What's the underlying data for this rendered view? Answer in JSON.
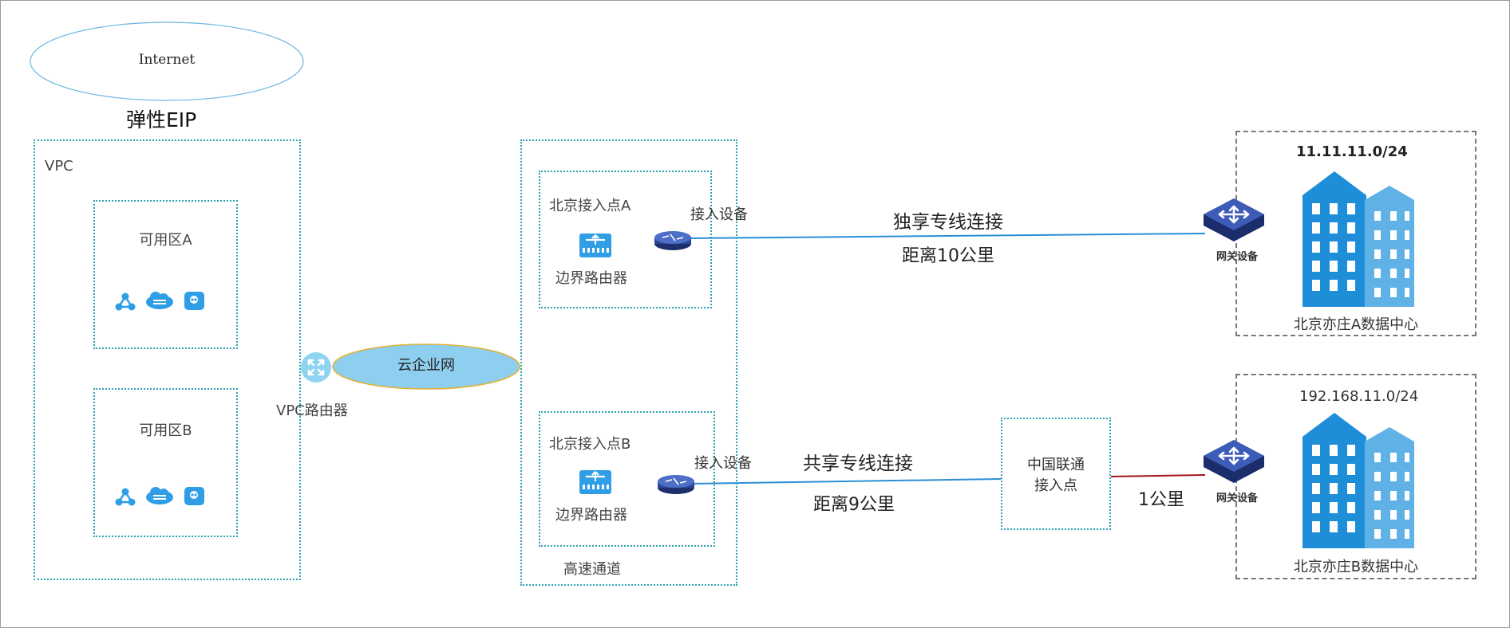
{
  "internet": {
    "label": "Internet"
  },
  "eip": {
    "label": "弹性EIP"
  },
  "vpc": {
    "label": "VPC",
    "zones": [
      {
        "label": "可用区A"
      },
      {
        "label": "可用区B"
      }
    ],
    "router_label": "VPC路由器"
  },
  "cen": {
    "label": "云企业网"
  },
  "express": {
    "label": "高速通道",
    "points": [
      {
        "label": "北京接入点A",
        "router_label": "边界路由器",
        "device_label": "接入设备"
      },
      {
        "label": "北京接入点B",
        "router_label": "边界路由器",
        "device_label": "接入设备"
      }
    ]
  },
  "links": {
    "dedicated": {
      "label": "独享专线连接",
      "distance": "距离10公里"
    },
    "shared": {
      "label": "共享专线连接",
      "distance": "距离9公里"
    },
    "last_mile": {
      "distance": "1公里"
    }
  },
  "unicom": {
    "label_line1": "中国联通",
    "label_line2": "接入点"
  },
  "datacenters": [
    {
      "cidr": "11.11.11.0/24",
      "gateway_label": "网关设备",
      "name": "北京亦庄A数据中心"
    },
    {
      "cidr": "192.168.11.0/24",
      "gateway_label": "网关设备",
      "name": "北京亦庄B数据中心"
    }
  ],
  "colors": {
    "teal_border": "#2aa2b4",
    "link_blue": "#2b8fd6",
    "link_red": "#a3151c",
    "building_blue": "#1f8ed8",
    "cen_fill": "#8ecff0",
    "cen_border": "#e0b23a",
    "router_navy": "#26397a"
  }
}
